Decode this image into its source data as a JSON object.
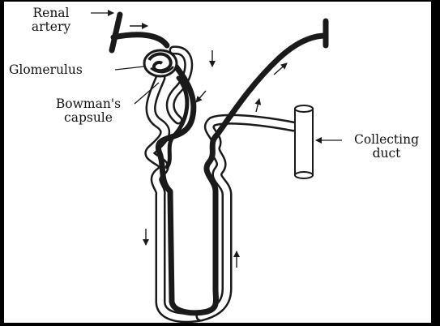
{
  "labels": {
    "renal_artery": [
      "Renal",
      "artery"
    ],
    "glomerulus": "Glomerulus",
    "bowmans_capsule": [
      "Bowman's",
      "capsule"
    ],
    "collecting_duct": [
      "Collecting",
      "duct"
    ]
  },
  "colors": {
    "background": "#000000",
    "panel": "#ffffff",
    "ink": "#1a1a1a",
    "tubule_fill": "#ffffff"
  },
  "icons": {
    "flow_arrows": "arrow-icon"
  }
}
